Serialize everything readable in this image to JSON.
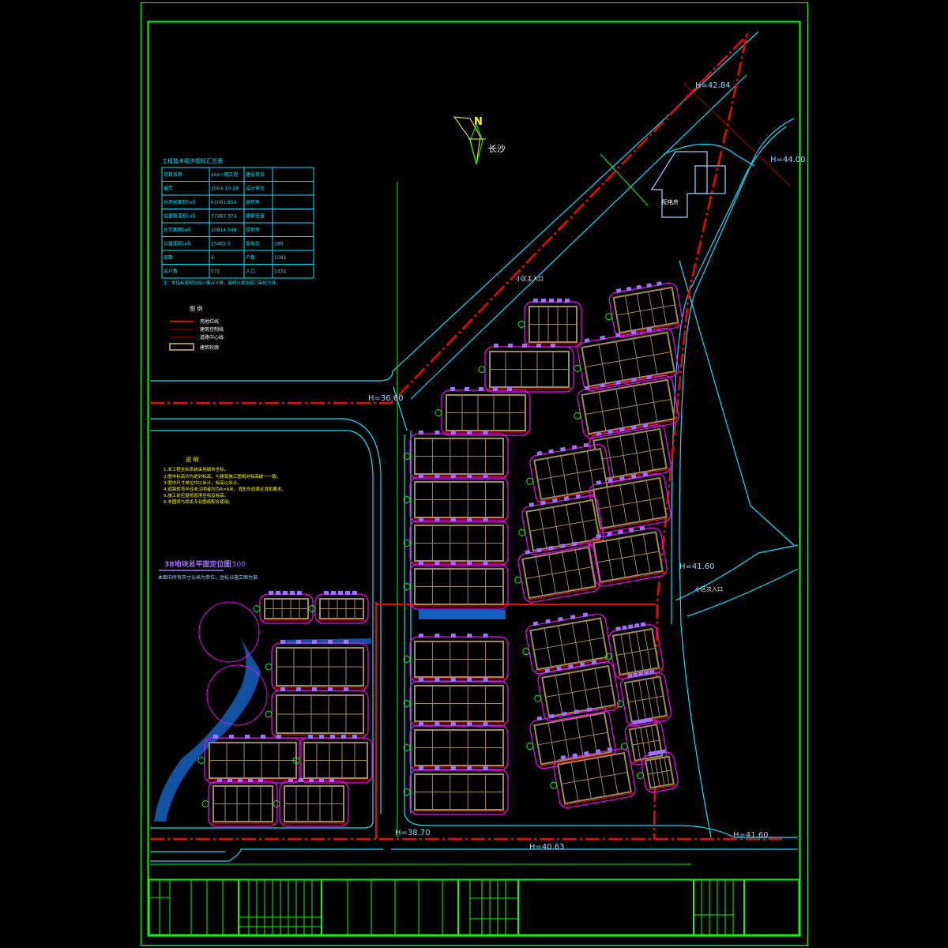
{
  "drawing": {
    "title": "38地块总平面定位图",
    "scale": "1:500",
    "subtitle": "本图中所有尺寸以米为单位，坐标以施工图为准",
    "north": "N",
    "place": "长沙"
  },
  "table": {
    "title": "工程技术经济指标汇总表",
    "rows": [
      [
        "项目名称",
        "xxx一期工程",
        "建设单位",
        ""
      ],
      [
        "编号",
        "2004-10-28",
        "设计单位",
        ""
      ],
      [
        "总用地面积(㎡)",
        "61081.854",
        "容积率",
        ""
      ],
      [
        "总建筑面积(㎡)",
        "37487.374",
        "建筑密度",
        ""
      ],
      [
        "住宅面积(㎡)",
        "10814.549",
        "绿地率",
        ""
      ],
      [
        "公建面积(㎡)",
        "25465.5",
        "停车位",
        "180"
      ],
      [
        "层数",
        "6",
        "户数",
        "1081"
      ],
      [
        "总户数",
        "571",
        "人口",
        "1474"
      ]
    ],
    "note": "注：本指标按规划设计要点计算，最终以规划部门审批为准。"
  },
  "legend": {
    "title": "图 例",
    "items": [
      "用地红线",
      "建筑控制线",
      "道路中心线",
      "建筑轮廓"
    ],
    "colors": [
      "#ff0000",
      "#b00000",
      "#b00000",
      "#a08a5a"
    ]
  },
  "notes": {
    "title": "说 明",
    "items": [
      "1.本工程坐标系统采用城市坐标。",
      "2.图中标高均为绝对标高，与建筑施工图相对标高统一一致。",
      "3.图中尺寸单位均以米计，标高以米计。",
      "4.道路转弯半径未注明者均为R=6米，消防车道满足消防要求。",
      "5.施工前应复核现场坐标及标高。",
      "6.本图须与相关专业图纸配合使用。"
    ]
  },
  "elevations": [
    "H=42.84",
    "H=44.00",
    "H=41.60",
    "H=36.60",
    "H=38.70",
    "H=40.63",
    "H=41.60"
  ],
  "labels": {
    "entrance_north": "小区主入口",
    "entrance_east": "小区次入口",
    "plant": "配电房"
  },
  "colors": {
    "frame": "#00ff00",
    "road": "#00e5ff",
    "boundary": "#ff0000",
    "building": "#a08a5a",
    "outline": "#ff00ff",
    "label": "#a070ff"
  }
}
